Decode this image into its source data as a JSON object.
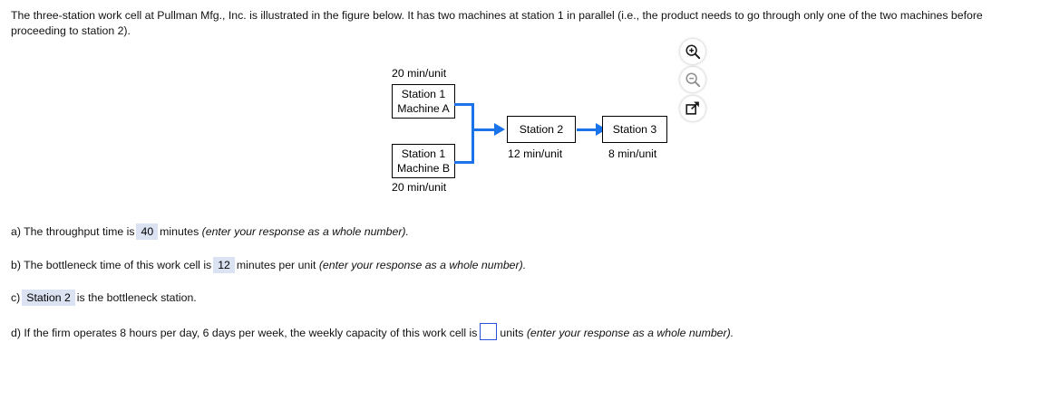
{
  "prompt": {
    "text": "The three-station work cell at Pullman Mfg., Inc. is illustrated in the figure below. It has two machines at station 1 in parallel (i.e., the product needs to go through only one of the two machines before proceeding to station 2)."
  },
  "toolbar": {
    "zoom_in": "zoom-in",
    "zoom_out": "zoom-out",
    "pop_out": "open-in-new-window"
  },
  "figure": {
    "station1a": {
      "line1": "Station 1",
      "line2": "Machine A",
      "time": "20 min/unit"
    },
    "station1b": {
      "line1": "Station 1",
      "line2": "Machine B",
      "time": "20 min/unit"
    },
    "station2": {
      "line1": "Station 2",
      "time": "12 min/unit"
    },
    "station3": {
      "line1": "Station 3",
      "time": "8 min/unit"
    },
    "accent_color": "#1a73e8"
  },
  "answers": {
    "a": {
      "label": "a) The throughput time is",
      "value": "40",
      "after": "minutes",
      "hint": "(enter your response as a whole number)."
    },
    "b": {
      "label": "b) The bottleneck time of this work cell is",
      "value": "12",
      "after": "minutes per unit",
      "hint": "(enter your response as a whole number)."
    },
    "c": {
      "label": "c)",
      "value": "Station 2",
      "after": "is the bottleneck station."
    },
    "d": {
      "label": "d) If the firm operates 8 hours per day, 6 days per week, the weekly capacity of this work cell is",
      "value": "",
      "after": "units",
      "hint": "(enter your response as a whole number)."
    }
  }
}
